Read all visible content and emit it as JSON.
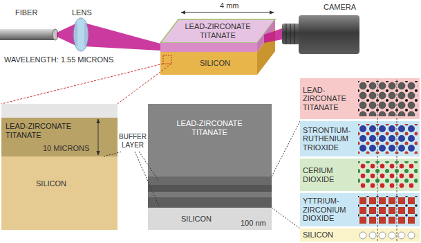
{
  "diagram": {
    "nodes": [
      {
        "text": [
          "LEAD-ZIRCONATE TITANATE"
        ]
      },
      {
        "text": [
          "SILICON"
        ]
      },
      {
        "text": [
          "LEAD-ZIRCONATE TITANATE"
        ]
      },
      {
        "text": [
          "SILICON"
        ]
      },
      {
        "text": [
          "LEAD-ZIRCONATE TITANATE"
        ]
      },
      {
        "text": [
          "SILICON"
        ]
      },
      {
        "text": [
          "LEAD-ZIRCONATE TITANATE"
        ]
      },
      {
        "text": [
          "STRONTIUM-RUTHENIUM TRIOXIDE"
        ]
      },
      {
        "text": [
          "CERIUM DIOXIDE"
        ]
      },
      {
        "text": [
          "YTTRIUM-ZIRCONIUM DIOXIDE"
        ]
      },
      {
        "text": [
          "SILICON"
        ]
      }
    ],
    "labels": [
      "FIBER",
      "LENS",
      "4 mm",
      "CAMERA",
      "WAVELENGTH: 1.55 MICRONS",
      "10 MICRONS",
      "BUFFER LAYER",
      "100 nm"
    ]
  }
}
